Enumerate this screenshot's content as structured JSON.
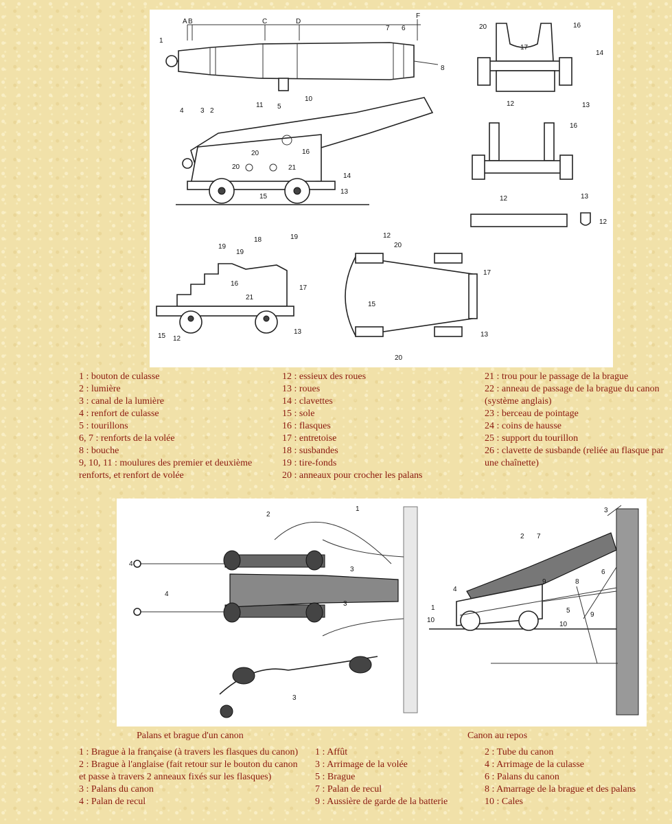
{
  "figure1": {
    "labels": {
      "n1": "1",
      "n2": "2",
      "n3": "3",
      "n4": "4",
      "n5": "5",
      "n6": "6",
      "n7": "7",
      "n8": "8",
      "n10": "10",
      "n11": "11",
      "n12": "12",
      "n13": "13",
      "n14": "14",
      "n15": "15",
      "n16": "16",
      "n17": "17",
      "n18": "18",
      "n19": "19",
      "n20": "20",
      "n21": "21",
      "A": "A",
      "B": "B",
      "C": "C",
      "D": "D",
      "F": "F"
    }
  },
  "legend1": {
    "col1": [
      "1 : bouton de culasse",
      "2 : lumière",
      "3 : canal de la lumière",
      "4 : renfort de culasse",
      "5 : tourillons",
      "6, 7 : renforts de la volée",
      "8 : bouche",
      "9, 10, 11 : moulures des premier et deuxième renforts, et renfort de volée"
    ],
    "col2": [
      "12 : essieux des roues",
      "13 : roues",
      "14 : clavettes",
      "15 : sole",
      "16 : flasques",
      "17 : entretoise",
      "18 : susbandes",
      "19 : tire-fonds",
      "20 : anneaux pour crocher les palans"
    ],
    "col3": [
      "21 : trou pour le passage de la brague",
      "22 : anneau de passage de la brague du canon (système anglais)",
      "23 : berceau de pointage",
      "24 : coins de hausse",
      "25 : support du tourillon",
      "26 : clavette de susbande (reliée au flasque par une chaînette)"
    ]
  },
  "figure2": {
    "caption_left": "Palans et brague d'un canon",
    "caption_right": "Canon au repos",
    "labels": {
      "n1": "1",
      "n2": "2",
      "n3": "3",
      "n4": "4",
      "n5": "5",
      "n6": "6",
      "n7": "7",
      "n8": "8",
      "n9": "9",
      "n10": "10"
    }
  },
  "legend2": {
    "col1": [
      "1 : Brague à la française (à travers les flasques du canon)",
      "2 : Brague à l'anglaise (fait retour sur le bouton du canon",
      "et passe à travers 2 anneaux fixés sur les flasques)",
      "3 : Palans du canon",
      "4 : Palan de recul"
    ],
    "col2": [
      "1 : Affût",
      "3 : Arrimage de la volée",
      "5 : Brague",
      "7 : Palan de recul",
      "9 : Aussière de garde de la batterie"
    ],
    "col3": [
      "2 : Tube du canon",
      "4 : Arrimage de la culasse",
      "6 : Palans du canon",
      "8 : Amarrage de la brague et des palans",
      "10 : Cales"
    ]
  }
}
